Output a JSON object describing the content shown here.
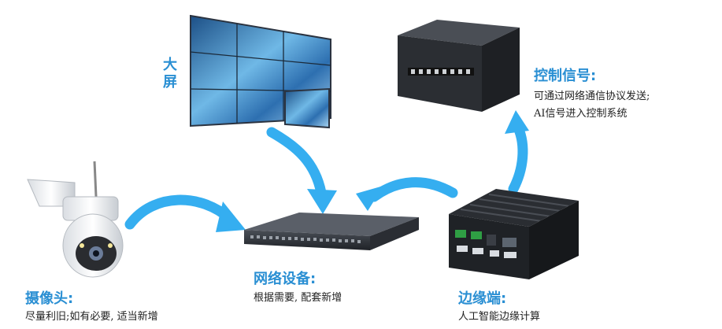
{
  "colors": {
    "accent": "#2a8fd3",
    "arrow": "#35aef0",
    "text": "#222222"
  },
  "nodes": {
    "big_screen": {
      "title": "大屏",
      "icon": "video-wall-icon"
    },
    "camera": {
      "title": "摄像头:",
      "desc": "尽量利旧;如有必要, 适当新增",
      "icon": "ptz-camera-icon"
    },
    "network": {
      "title": "网络设备:",
      "desc": "根据需要, 配套新增",
      "icon": "network-switch-icon"
    },
    "edge": {
      "title": "边缘端:",
      "desc": "人工智能边缘计算",
      "icon": "edge-computing-box-icon"
    },
    "control": {
      "title": "控制信号:",
      "desc_lines": [
        "可通过网络通信协议发送;",
        "AI信号进入控制系统"
      ],
      "icon": "plc-controller-icon"
    }
  }
}
